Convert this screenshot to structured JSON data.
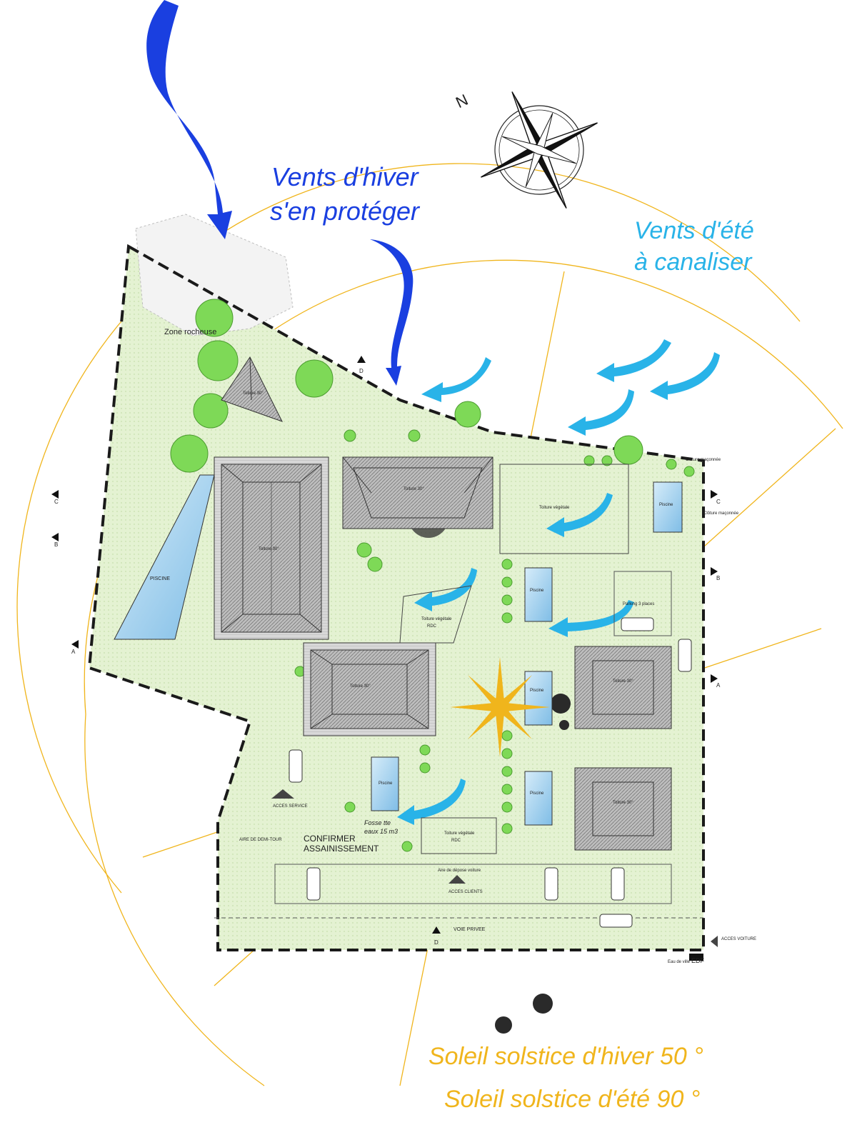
{
  "annotations": {
    "winter_winds_line1": "Vents d'hiver",
    "winter_winds_line2": "s'en protéger",
    "summer_winds_line1": "Vents d'été",
    "summer_winds_line2": "à canaliser",
    "sun_winter": "Soleil solstice d'hiver 50 °",
    "sun_summer": "Soleil solstice d'été 90 °",
    "compass_north": "N"
  },
  "plan_labels": {
    "rocky_zone": "Zone rocheuse",
    "pool_main": "PISCINE",
    "pool": "Piscine",
    "roof_30": "Toiture 30°",
    "roof_vegetal": "Toiture végétale",
    "rdc": "RDC",
    "wall_masonry": "Clôture maçonnée",
    "parking_3": "Parking 3 places",
    "turnaround": "AIRE DE DEMI-TOUR",
    "access_service": "ACCES SERVICE",
    "access_clients": "ACCES CLIENTS",
    "access_voiture": "ACCES VOITURE",
    "voie_privee": "VOIE PRIVEE",
    "septic_line1": "Fosse tte",
    "septic_line2": "eaux 15 m3",
    "septic_confirm_1": "CONFIRMER",
    "septic_confirm_2": "ASSAINISSEMENT",
    "drop_off": "Aire de dépose voiture",
    "edf": "EDF",
    "eau_de_ville": "Eau de ville",
    "section_a": "A",
    "section_b": "B",
    "section_c": "C",
    "section_d": "D"
  },
  "colors": {
    "winter_wind": "#1a3fe0",
    "summer_wind": "#29b3e8",
    "sun": "#f0b51c",
    "lawn": "#dff0c8",
    "tree": "#7ed957",
    "roof": "#8a8a8a",
    "pool": "#9fd0ee",
    "boundary": "#1a1a1a"
  }
}
